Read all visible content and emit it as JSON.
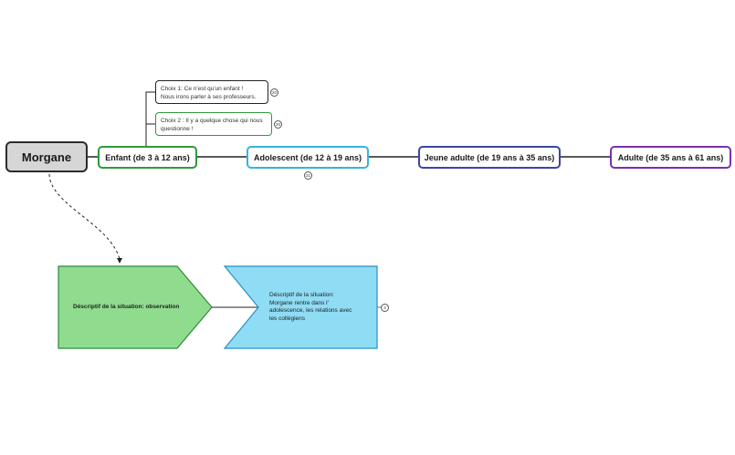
{
  "root": {
    "label": "Morgane"
  },
  "stages": {
    "enfant": "Enfant (de 3 à 12 ans)",
    "adolescent": "Adolescent (de 12 à 19 ans)",
    "jeune_adulte": "Jeune adulte (de 19 ans à 35 ans)",
    "adulte": "Adulte (de 35 ans à 61 ans)"
  },
  "choices": {
    "choice1": {
      "line1": "Choix 1: Ce n'est qu'un enfant !",
      "line2": "Nous irons parler à ses professeurs.",
      "badge": "20"
    },
    "choice2": {
      "line1": "Choix 2 : Il y a quelque chose qui nous",
      "line2": "questionne !",
      "badge": "20"
    }
  },
  "ado_badge": "21",
  "situation": {
    "observation": "Déscriptif de la situation: observation",
    "description": {
      "line1": "Déscriptif de la situation:",
      "line2": "Morgane rentre dans l'",
      "line3": "adolescence, les relations avec",
      "line4": "les collègiens",
      "badge": "3"
    }
  },
  "colors": {
    "root_fill": "#d6d6d6",
    "enfant": "#2e9a3a",
    "adolescent": "#35b3e0",
    "jeune_adulte": "#3c44a8",
    "adulte": "#7a2fae",
    "observation_fill": "#8fdc8f",
    "description_fill": "#8fdcf5"
  }
}
